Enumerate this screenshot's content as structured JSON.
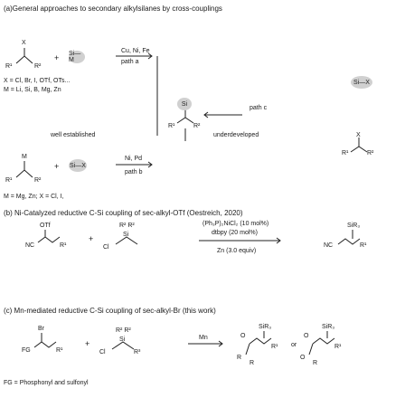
{
  "panel_a": {
    "heading": "(a)General approaches to secondary alkylsilanes by cross-couplings",
    "x_label": "X",
    "r1": "R¹",
    "r2": "R²",
    "plus": "+",
    "si_m": "Si—M",
    "conditions_a": "Cu, Ni, Fe",
    "path_a": "path a",
    "x_defs": "X = Cl, Br, I, OTf, OTs...",
    "m_defs": "M = Li, Si, B, Mg, Zn",
    "si_x": "Si—X",
    "path_c": "path c",
    "well_established": "well established",
    "underdeveloped": "underdeveloped",
    "si": "Si",
    "m_label": "M",
    "conditions_b": "Ni, Pd",
    "path_b": "path b",
    "m_defs_b": "M = Mg, Zn; X = Cl, I,"
  },
  "panel_b": {
    "heading": "(b) Ni-Catalyzed reductive C-Si coupling of sec-alkyl-OTf (Oestreich, 2020)",
    "otf": "OTf",
    "nc": "NC",
    "r1": "R¹",
    "r2r2": "R² R²",
    "si": "Si",
    "cl": "Cl",
    "reagent1": "(Ph₃P)₂NiCl₂ (10 mol%)",
    "reagent2": "dtbpy (20 mol%)",
    "reagent3": "Zn (3.0 equiv)",
    "sir3": "SiR₃"
  },
  "panel_c": {
    "heading": "(c) Mn-mediated reductive C-Si coupling of sec-alkyl-Br (this work)",
    "br": "Br",
    "fg": "FG",
    "r1": "R¹",
    "r2r2": "R² R²",
    "si": "Si",
    "cl": "Cl",
    "r3": "R³",
    "mn": "Mn",
    "sir3": "SiR₃",
    "o": "O",
    "r": "R",
    "or": "or",
    "fg_def": "FG = Phosphonyl and sulfonyl"
  }
}
